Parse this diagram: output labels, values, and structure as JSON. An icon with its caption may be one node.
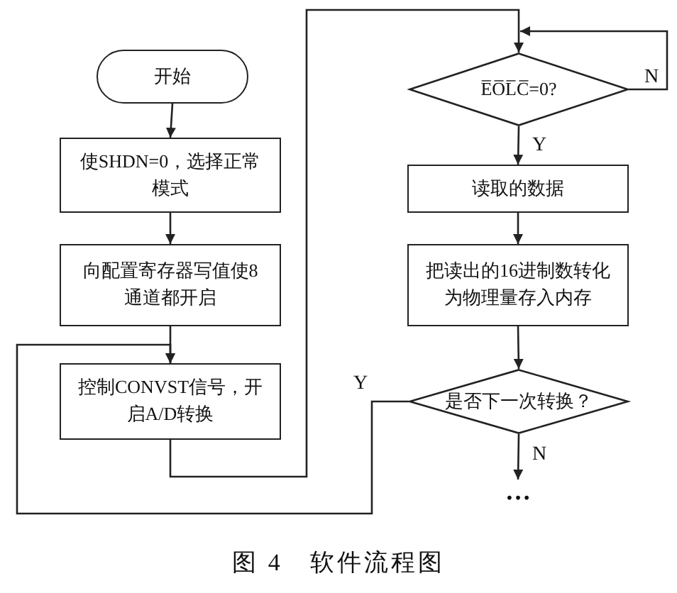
{
  "diagram": {
    "caption": "图 4　软件流程图",
    "nodes": [
      {
        "text": [
          "开始"
        ]
      },
      {
        "text": [
          "使SHDN=0，选择正常模式"
        ]
      },
      {
        "text": [
          "向配置寄存器写值使8通道都开启"
        ]
      },
      {
        "text": [
          "控制CONVST信号，开启A/D转换"
        ]
      },
      {
        "text": [
          "E̅O̅L̅C̅=0?"
        ]
      },
      {
        "text": [
          "读取的数据"
        ]
      },
      {
        "text": [
          "把读出的16进制数转化为物理量存入内存"
        ]
      },
      {
        "text": [
          "是否下一次转换？"
        ]
      },
      {
        "text": [
          "…"
        ]
      }
    ],
    "edges": [
      {
        "from": 0,
        "to": 1,
        "arrow": "to"
      },
      {
        "from": 1,
        "to": 2,
        "arrow": "to"
      },
      {
        "from": 2,
        "to": 3,
        "arrow": "to"
      },
      {
        "from": 3,
        "to": 4,
        "arrow": "to"
      },
      {
        "from": 4,
        "to": 4,
        "arrow": "to",
        "label": "N"
      },
      {
        "from": 4,
        "to": 5,
        "arrow": "to",
        "label": "Y"
      },
      {
        "from": 5,
        "to": 6,
        "arrow": "to"
      },
      {
        "from": 6,
        "to": 7,
        "arrow": "to"
      },
      {
        "from": 7,
        "to": 3,
        "arrow": "to",
        "label": "Y"
      },
      {
        "from": 7,
        "to": 8,
        "arrow": "to",
        "label": "N"
      }
    ]
  }
}
